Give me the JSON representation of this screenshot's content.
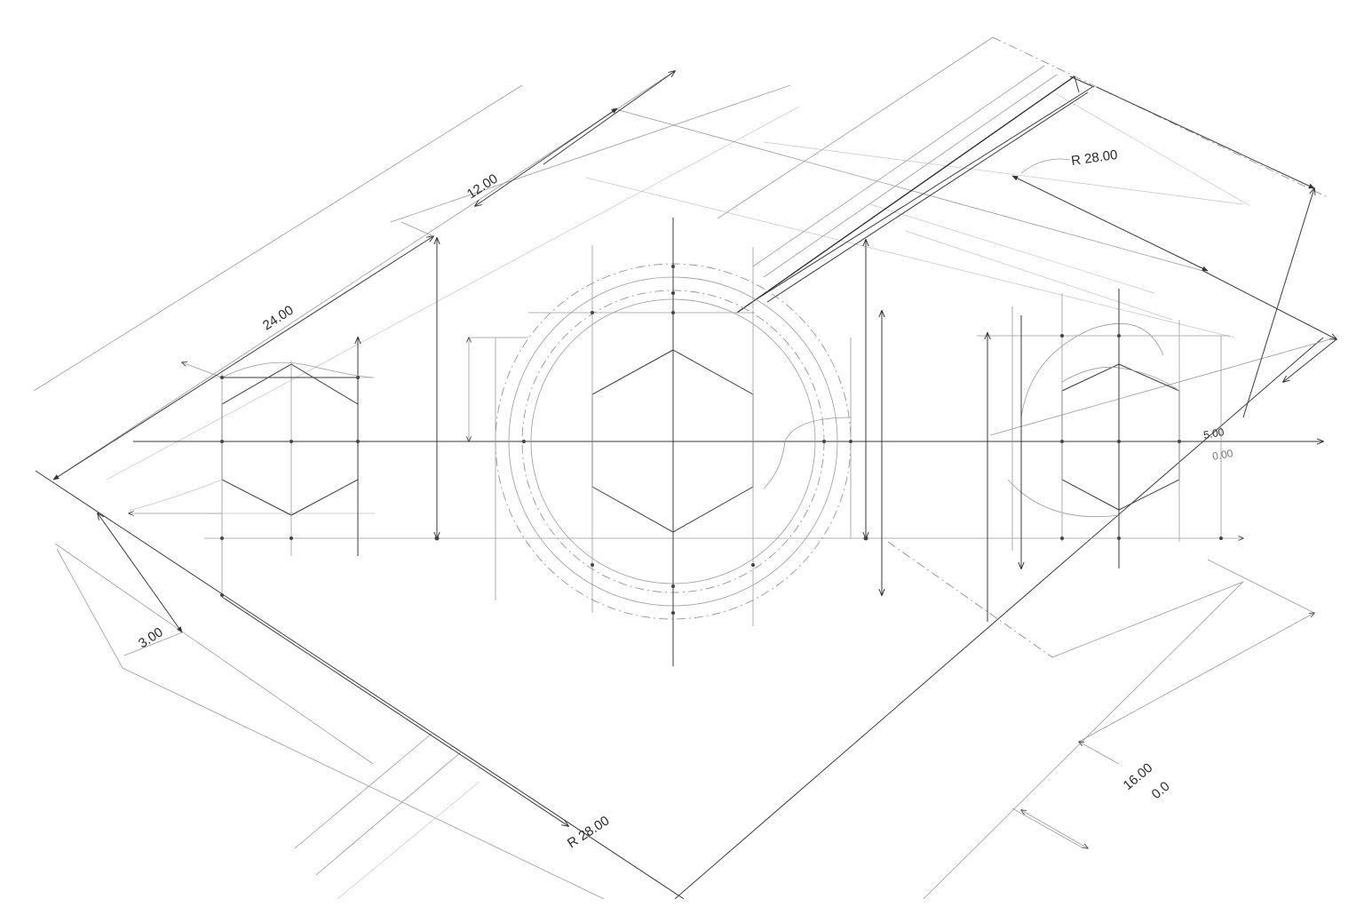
{
  "dimensions": {
    "top_12": "12.00",
    "top_24": "24.00",
    "top_r28": "R 28.00",
    "left_3": "3.00",
    "bottom_r28": "R  28.00",
    "bottom_16": "16.00",
    "bottom_0": "0.0",
    "right_5": "5.00",
    "right_0": "0.00"
  },
  "colors": {
    "line": "#3a3a3a",
    "light_line": "#9a9a9a",
    "paper": "#ffffff"
  }
}
